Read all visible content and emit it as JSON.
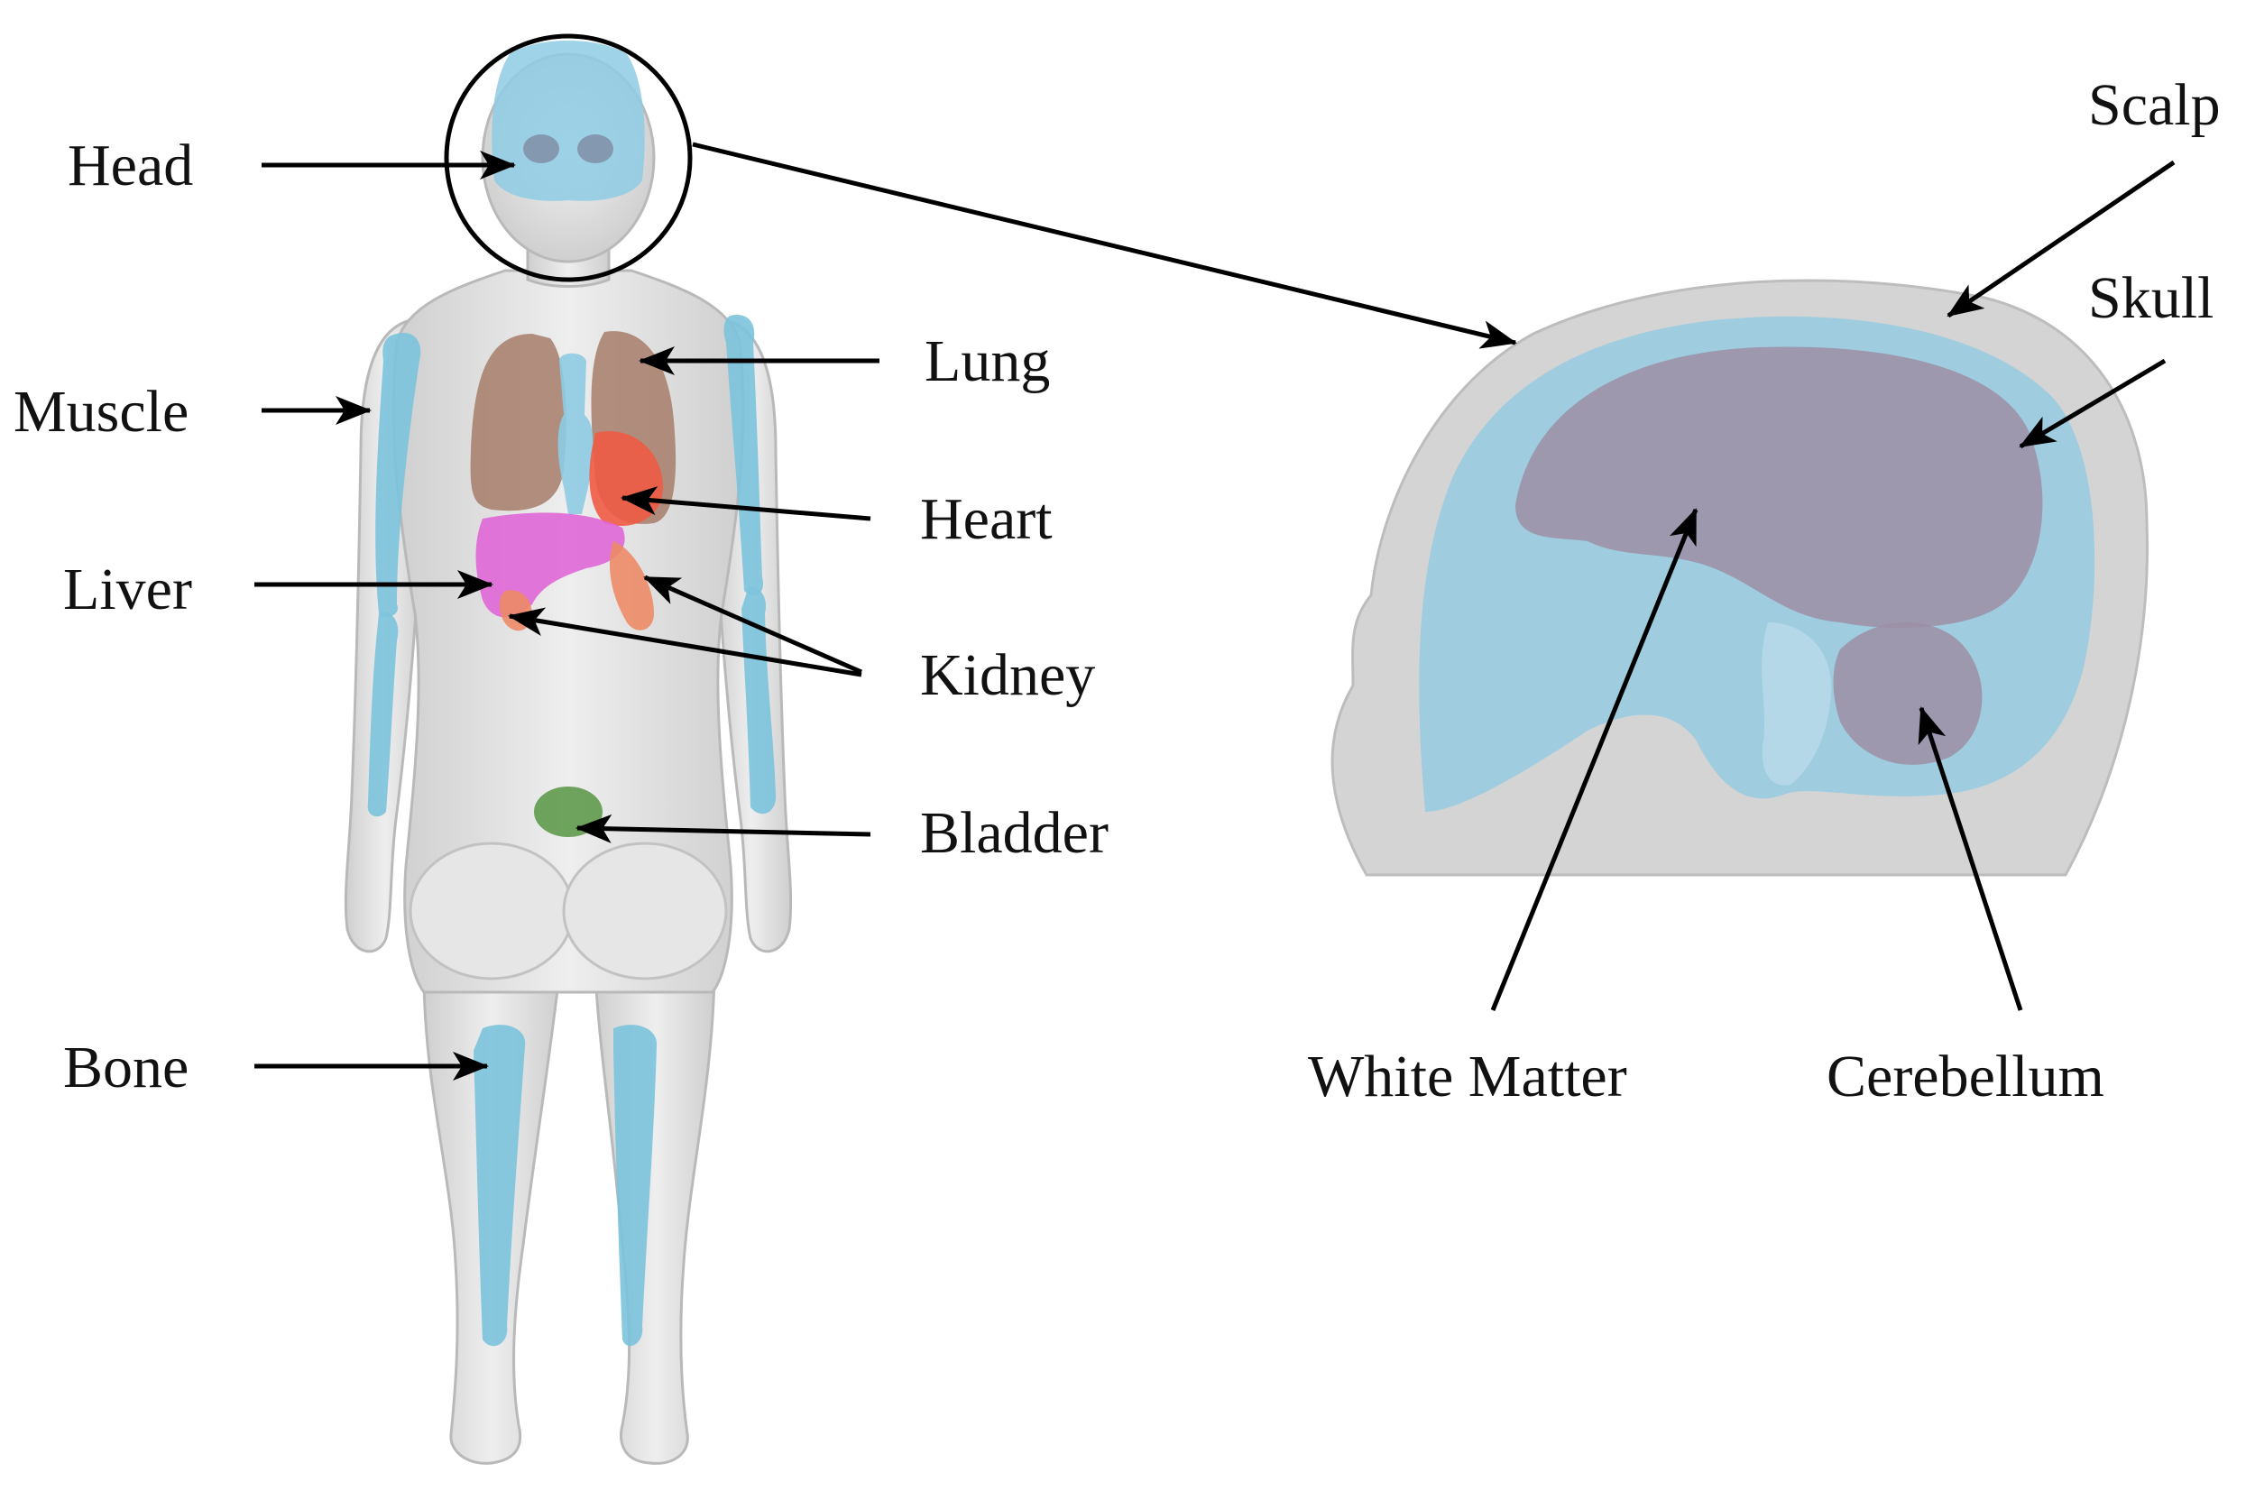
{
  "body_labels": {
    "head": "Head",
    "muscle": "Muscle",
    "liver": "Liver",
    "bone": "Bone",
    "lung": "Lung",
    "heart": "Heart",
    "kidney": "Kidney",
    "bladder": "Bladder"
  },
  "head_labels": {
    "scalp": "Scalp",
    "skull": "Skull",
    "white_matter": "White Matter",
    "cerebellum": "Cerebellum"
  },
  "colors": {
    "body_skin": "#dcdcdc",
    "bone": "#7cc3dc",
    "lung": "#a67c68",
    "heart": "#ef5b45",
    "liver": "#e067d6",
    "kidney": "#ec8b66",
    "bladder": "#5f9a4e",
    "brain": "#9c8ea6",
    "skull": "#8ecbe3",
    "arrow": "#000000"
  }
}
